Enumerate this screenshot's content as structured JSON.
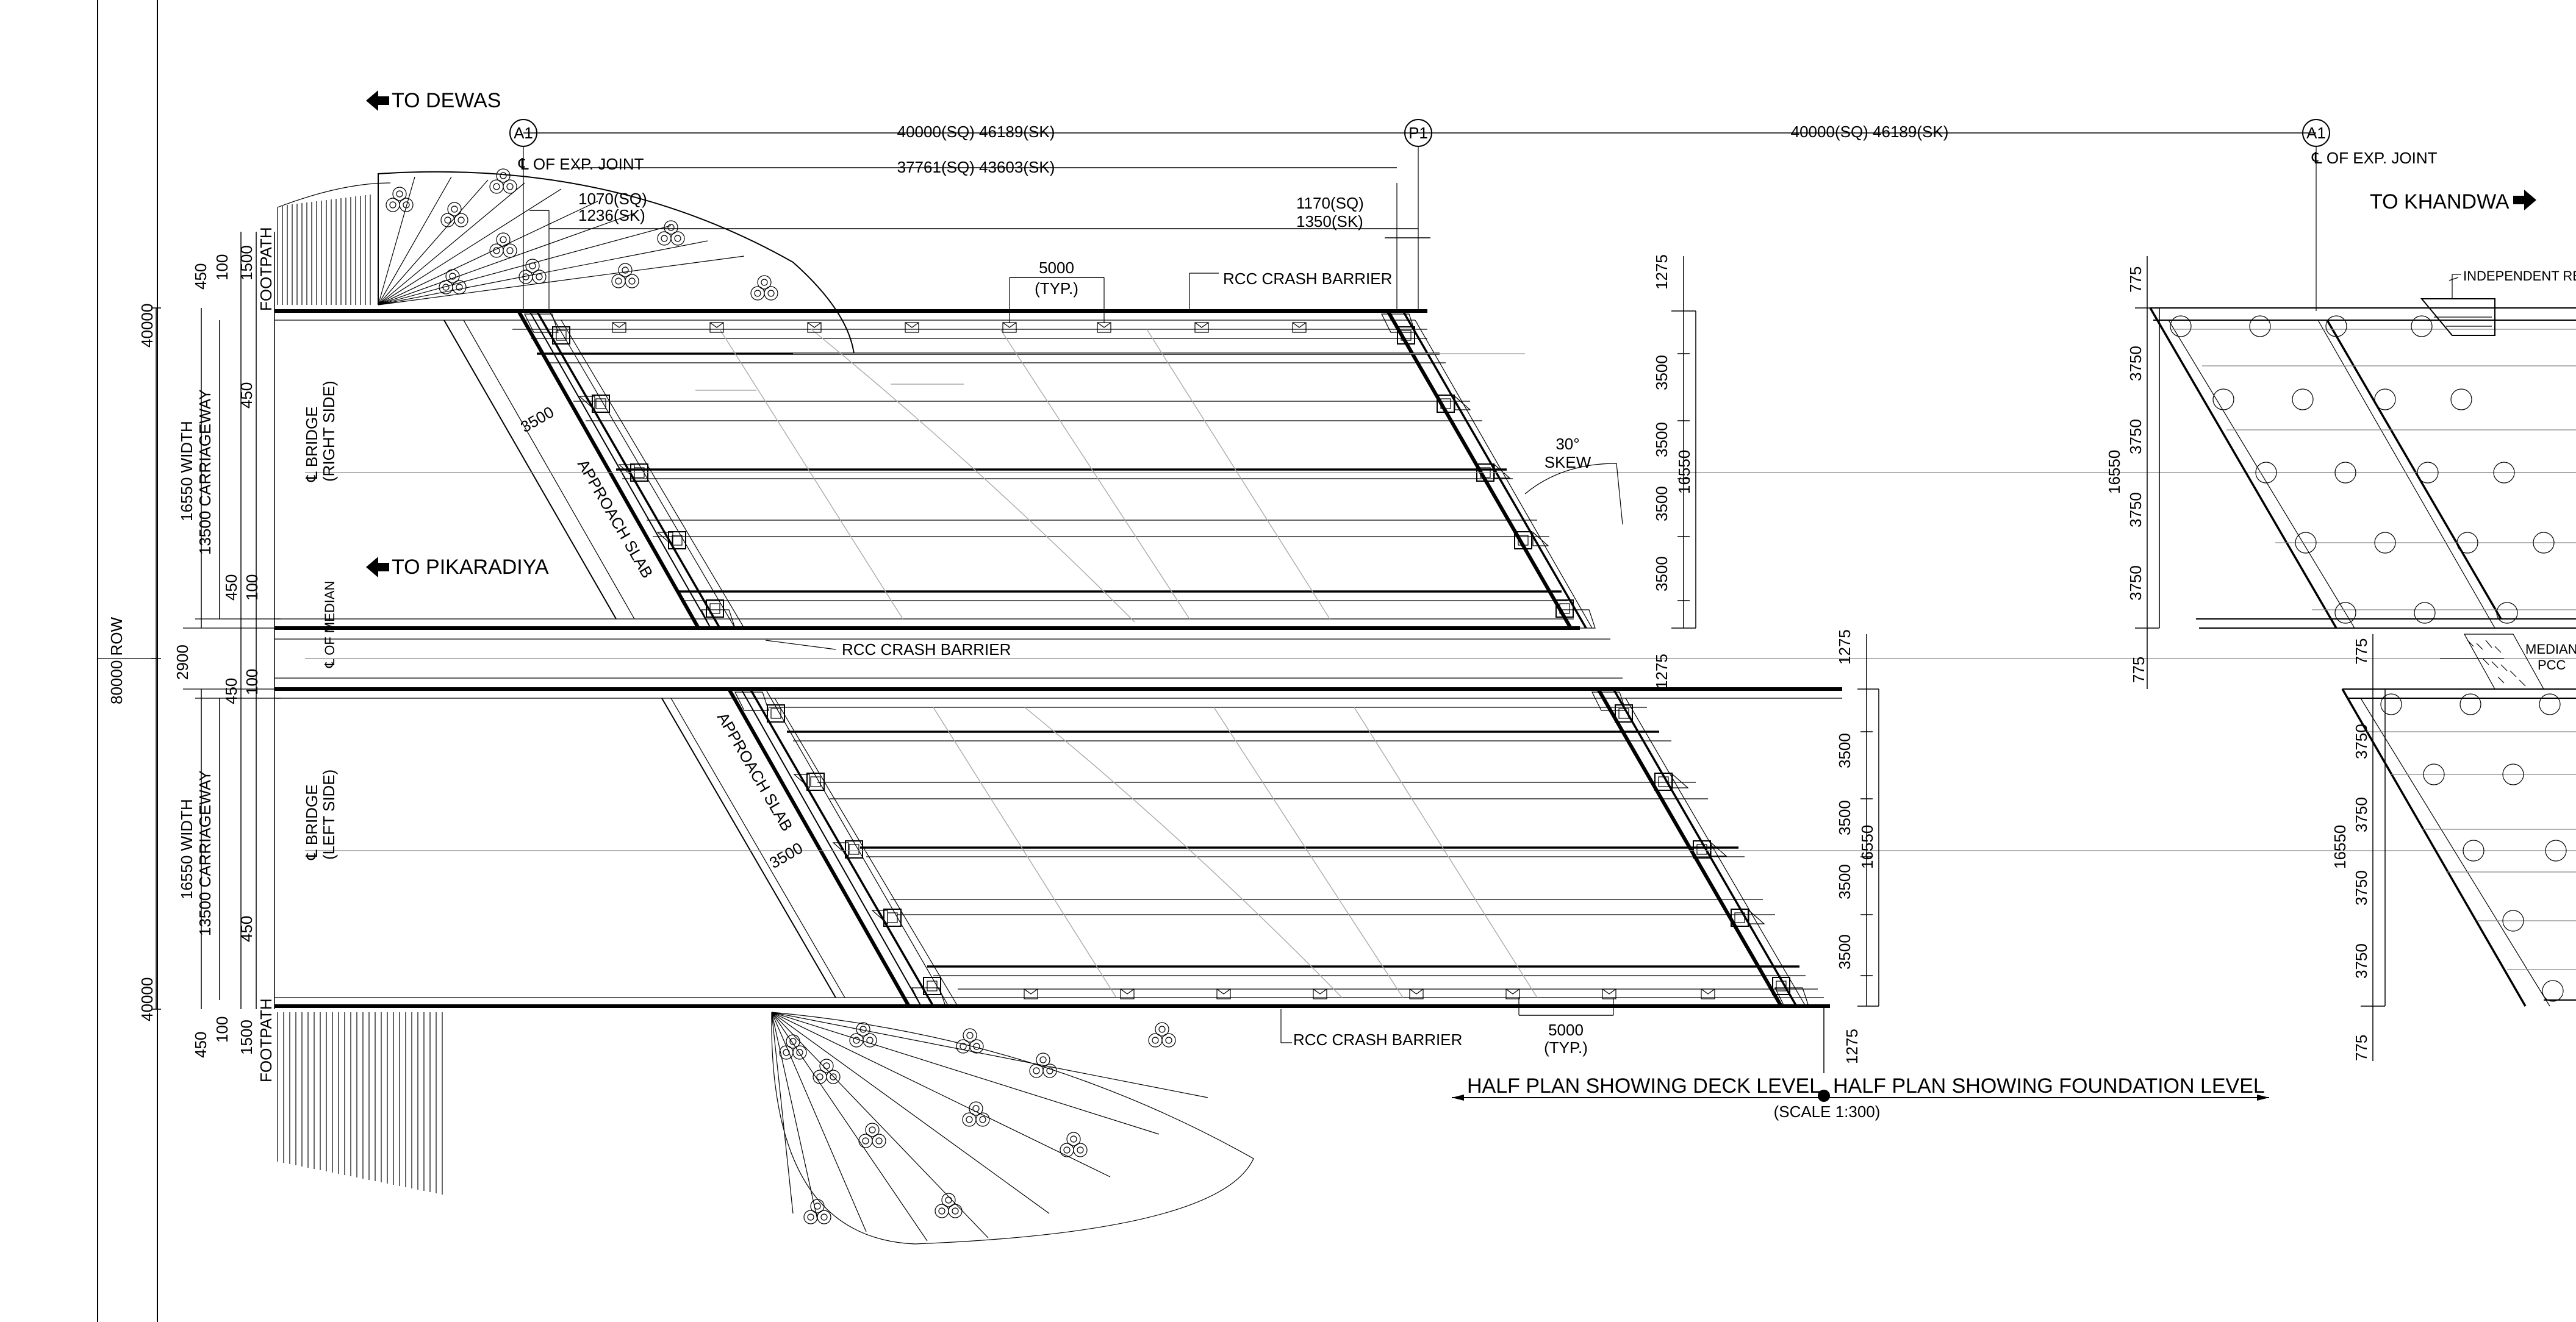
{
  "arrows": {
    "to_dewas": "TO DEWAS",
    "to_khandwa": "TO KHANDWA",
    "to_pikaradiya": "TO PIKARADIYA"
  },
  "markers": {
    "a1_left": "A1",
    "p1": "P1",
    "a1_right": "A1"
  },
  "notes": {
    "exp_joint": "℄ OF EXP. JOINT",
    "exp_joint_right": "℄ OF EXP. JOINT",
    "rcc_top": "RCC CRASH BARRIER",
    "rcc_mid": "RCC CRASH BARRIER",
    "rcc_bottom": "RCC CRASH BARRIER",
    "independent_retaining": "INDEPENDENT RETAI",
    "median": "MEDIAN",
    "pcc": "PCC",
    "approach_slab_top": "APPROACH SLAB",
    "approach_slab_bottom": "APPROACH SLAB",
    "skew_angle": "30°",
    "skew_label": "SKEW",
    "bridge_right": "℄ BRIDGE",
    "bridge_right_side": "(RIGHT SIDE)",
    "bridge_left": "℄ BRIDGE",
    "bridge_left_side": "(LEFT SIDE)",
    "of_median": "℄ OF MEDIAN"
  },
  "dimensions": {
    "span1": "40000(SQ)  46189(SK)",
    "span2": "40000(SQ)  46189(SK)",
    "inner_span": "37761(SQ)  43603(SK)",
    "d1070": "1070(SQ)",
    "d1236": "1236(SK)",
    "d1170": "1170(SQ)",
    "d1350": "1350(SK)",
    "typ5000_top": "5000",
    "typ_top": "(TYP.)",
    "typ5000_bot": "5000",
    "typ_bot": "(TYP.)",
    "approach_3500_top": "3500",
    "approach_3500_bot": "3500",
    "row": "80000 ROW",
    "w40000_top": "40000",
    "w40000_bot": "40000",
    "width_top": "16550 WIDTH",
    "carriage_top": "13500 CARRIAGEWAY",
    "width_bot": "16550 WIDTH",
    "carriage_bot": "13500 CARRIAGEWAY",
    "footpath_top": "FOOTPATH",
    "footpath_bot": "FOOTPATH",
    "fp1500_top": "1500",
    "fp100_top": "100",
    "fp450_top": "450",
    "fp1500_bot": "1500",
    "fp100_bot": "100",
    "fp450_bot": "450",
    "c450_a": "450",
    "c450_b": "450",
    "c450_c": "450",
    "c450_d": "450",
    "c100_a": "100",
    "c100_b": "100",
    "median2900": "2900",
    "r1275_a": "1275",
    "r3500_a": "3500",
    "r3500_b": "3500",
    "r3500_c": "3500",
    "r3500_d": "3500",
    "r16550_a": "16550",
    "r1275_b": "1275",
    "r1275_c": "1275",
    "r3500_e": "3500",
    "r3500_f": "3500",
    "r3500_g": "3500",
    "r3500_h": "3500",
    "r16550_b": "16550",
    "r1275_d": "1275",
    "f775_a": "775",
    "f3750_a": "3750",
    "f3750_b": "3750",
    "f3750_c": "3750",
    "f3750_d": "3750",
    "f16550_a": "16550",
    "f775_b": "775",
    "f775_c": "775",
    "f3750_e": "3750",
    "f3750_f": "3750",
    "f3750_g": "3750",
    "f3750_h": "3750",
    "f16550_b": "16550",
    "f775_d": "775"
  },
  "titles": {
    "deck": "HALF PLAN SHOWING DECK LEVEL",
    "foundation": "HALF PLAN SHOWING FOUNDATION LEVEL",
    "scale": "(SCALE 1:300)"
  }
}
